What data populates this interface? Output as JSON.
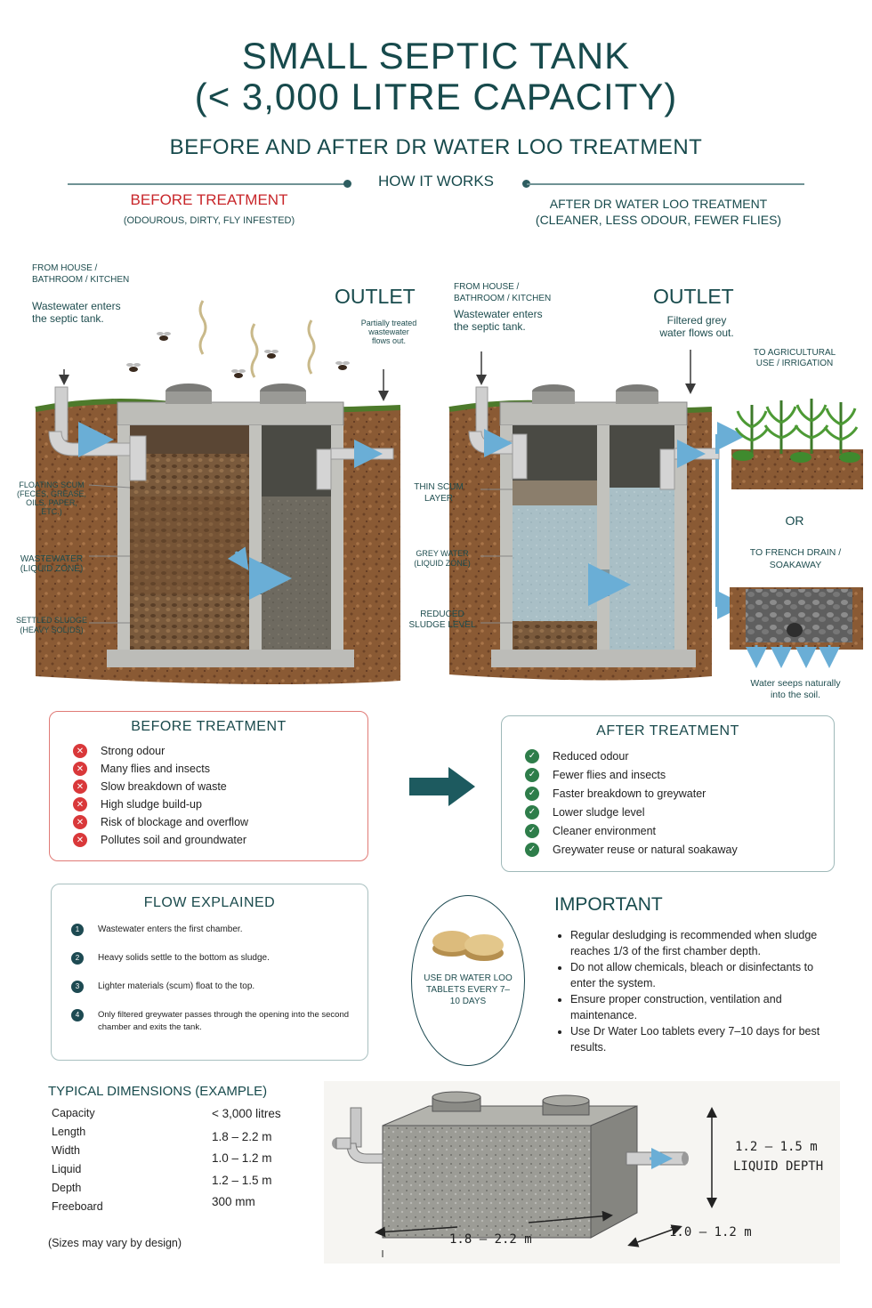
{
  "header": {
    "title_line1": "SMALL SEPTIC TANK",
    "title_line2": "(< 3,000 LITRE CAPACITY)",
    "subtitle": "BEFORE AND AFTER DR WATER LOO TREATMENT",
    "how_it_works": "HOW IT WORKS"
  },
  "before_diagram": {
    "heading": "BEFORE TREATMENT",
    "subheading": "(ODOUROUS, DIRTY, FLY INFESTED)",
    "inlet_source_1": "FROM HOUSE /",
    "inlet_source_2": "BATHROOM / KITCHEN",
    "inlet_note_1": "Wastewater enters",
    "inlet_note_2": "the septic tank.",
    "outlet": "OUTLET",
    "outlet_note_1": "Partially treated",
    "outlet_note_2": "wastewater",
    "outlet_note_3": "flows out.",
    "label_scum_1": "FLOATING SCUM",
    "label_scum_2": "(FECES, GREASE,",
    "label_scum_3": "OILS, PAPER,",
    "label_scum_4": "ETC.)",
    "label_water_1": "WASTEWATER",
    "label_water_2": "(LIQUID ZONE)",
    "label_sludge_1": "SETTLED SLUDGE",
    "label_sludge_2": "(HEAVY SOLIDS)"
  },
  "after_diagram": {
    "heading_1": "AFTER DR WATER LOO TREATMENT",
    "heading_2": "(CLEANER, LESS ODOUR, FEWER FLIES)",
    "inlet_source_1": "FROM HOUSE /",
    "inlet_source_2": "BATHROOM / KITCHEN",
    "inlet_note_1": "Wastewater enters",
    "inlet_note_2": "the septic tank.",
    "outlet": "OUTLET",
    "outlet_note_1": "Filtered grey",
    "outlet_note_2": "water flows out.",
    "label_scum_1": "THIN SCUM",
    "label_scum_2": "LAYER",
    "label_water_1": "GREY WATER",
    "label_water_2": "(LIQUID ZONE)",
    "label_sludge_1": "REDUCED",
    "label_sludge_2": "SLUDGE LEVEL",
    "ag_1": "TO AGRICULTURAL",
    "ag_2": "USE / IRRIGATION",
    "or": "OR",
    "drain_1": "TO FRENCH DRAIN /",
    "drain_2": "SOAKAWAY",
    "seep_1": "Water seeps naturally",
    "seep_2": "into the soil."
  },
  "before_box": {
    "title": "BEFORE TREATMENT",
    "items": [
      "Strong odour",
      "Many flies and insects",
      "Slow breakdown of waste",
      "High sludge build-up",
      "Risk of blockage and overflow",
      "Pollutes soil and groundwater"
    ]
  },
  "after_box": {
    "title": "AFTER TREATMENT",
    "items": [
      "Reduced odour",
      "Fewer flies and insects",
      "Faster breakdown to greywater",
      "Lower sludge level",
      "Cleaner environment",
      "Greywater reuse or natural soakaway"
    ]
  },
  "flow": {
    "title": "FLOW EXPLAINED",
    "steps": [
      {
        "n": "1",
        "text": "Wastewater enters the first chamber."
      },
      {
        "n": "2",
        "text": "Heavy solids settle to the bottom as sludge."
      },
      {
        "n": "3",
        "text": "Lighter materials (scum) float to the top."
      },
      {
        "n": "4",
        "text": "Only filtered greywater passes through the opening into the second chamber and exits the tank."
      }
    ]
  },
  "tablet": {
    "line1": "USE DR WATER LOO",
    "line2": "TABLETS EVERY 7–",
    "line3": "10 DAYS"
  },
  "important": {
    "title": "IMPORTANT",
    "items": [
      "Regular desludging is recommended when sludge reaches 1/3 of the first chamber depth.",
      "Do not allow chemicals, bleach or disinfectants to enter the system.",
      "Ensure proper construction, ventilation and maintenance.",
      "Use Dr Water Loo tablets every 7–10 days for best results."
    ]
  },
  "dimensions": {
    "title": "TYPICAL DIMENSIONS (EXAMPLE)",
    "labels": [
      "Capacity",
      "Length",
      "Width",
      "Liquid",
      "Depth",
      "Freeboard"
    ],
    "values": [
      "< 3,000 litres",
      "1.8 – 2.2 m",
      "1.0 – 1.2 m",
      "1.2 – 1.5 m",
      "300 mm"
    ],
    "note": "(Sizes may vary by design)",
    "drawing_length": "1.8 – 2.2 m",
    "drawing_width": "1.0 – 1.2 m",
    "drawing_depth": "1.2 – 1.5 m",
    "drawing_depth_label": "LIQUID DEPTH"
  },
  "colors": {
    "teal": "#174a4c",
    "red": "#c8262a",
    "green": "#2e7d4a",
    "water_grey": "#9fb7bf",
    "sludge": "#6b4a2c",
    "concrete": "#b8b8b4"
  }
}
